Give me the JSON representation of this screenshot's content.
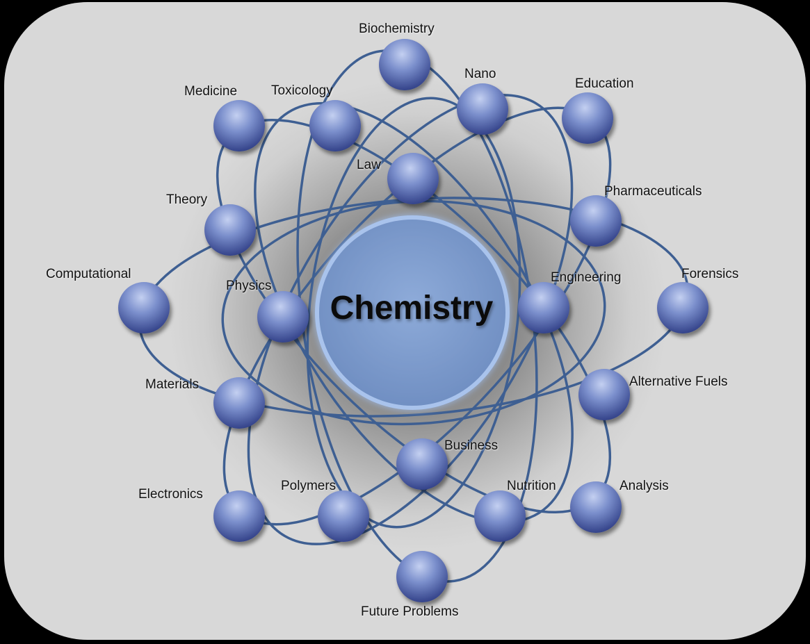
{
  "center": {
    "label": "Chemistry"
  },
  "nodes": [
    {
      "id": "biochemistry",
      "label": "Biochemistry"
    },
    {
      "id": "nano",
      "label": "Nano"
    },
    {
      "id": "education",
      "label": "Education"
    },
    {
      "id": "medicine",
      "label": "Medicine"
    },
    {
      "id": "toxicology",
      "label": "Toxicology"
    },
    {
      "id": "law",
      "label": "Law"
    },
    {
      "id": "pharmaceuticals",
      "label": "Pharmaceuticals"
    },
    {
      "id": "theory",
      "label": "Theory"
    },
    {
      "id": "computational",
      "label": "Computational"
    },
    {
      "id": "physics",
      "label": "Physics"
    },
    {
      "id": "engineering",
      "label": "Engineering"
    },
    {
      "id": "forensics",
      "label": "Forensics"
    },
    {
      "id": "materials",
      "label": "Materials"
    },
    {
      "id": "alternative-fuels",
      "label": "Alternative Fuels"
    },
    {
      "id": "business",
      "label": "Business"
    },
    {
      "id": "electronics",
      "label": "Electronics"
    },
    {
      "id": "polymers",
      "label": "Polymers"
    },
    {
      "id": "nutrition",
      "label": "Nutrition"
    },
    {
      "id": "analysis",
      "label": "Analysis"
    },
    {
      "id": "future-problems",
      "label": "Future Problems"
    }
  ],
  "colors": {
    "orbit": "#3e5f92",
    "node_light": "#aebde8",
    "node_mid": "#6e82c4",
    "node_dark": "#39488f",
    "center_fill": "#7f9ccc",
    "center_glow": "#a9c3ec"
  }
}
